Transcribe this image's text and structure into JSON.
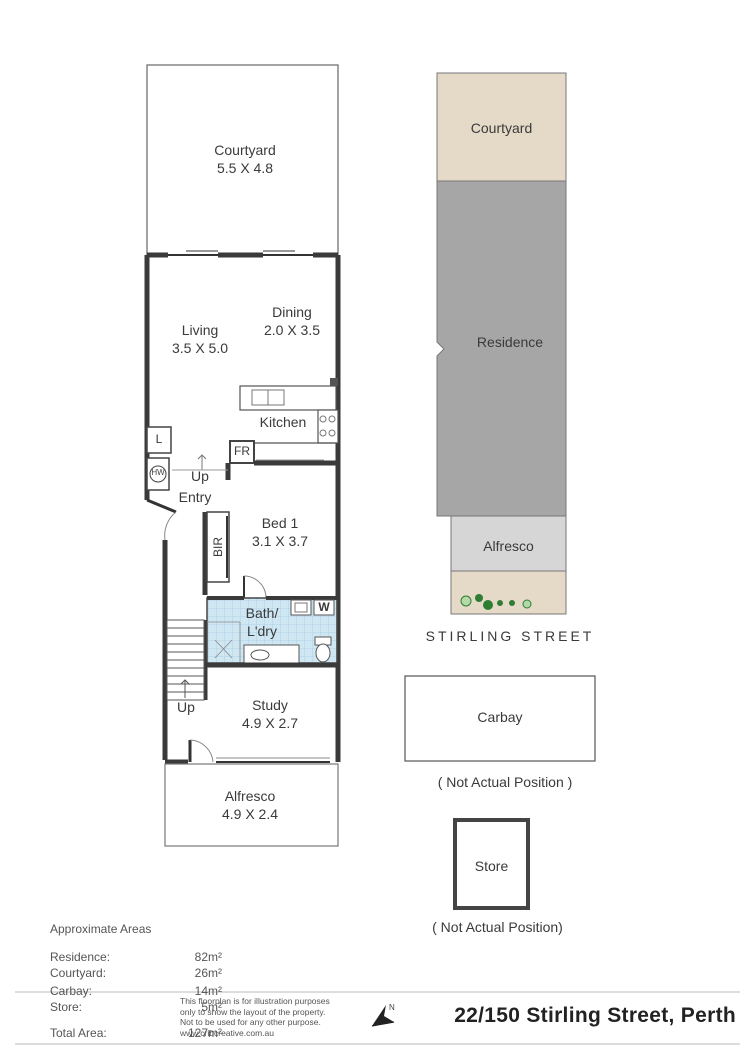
{
  "floorplan": {
    "rooms": {
      "courtyard": {
        "name": "Courtyard",
        "dims": "5.5 X 4.8"
      },
      "living": {
        "name": "Living",
        "dims": "3.5 X 5.0"
      },
      "dining": {
        "name": "Dining",
        "dims": "2.0 X 3.5"
      },
      "kitchen": {
        "name": "Kitchen"
      },
      "linen": {
        "name": "L"
      },
      "fridge": {
        "name": "FR"
      },
      "hot_water": {
        "name": "HW"
      },
      "up_upper": {
        "name": "Up"
      },
      "entry": {
        "name": "Entry"
      },
      "bed1": {
        "name": "Bed 1",
        "dims": "3.1 X 3.7"
      },
      "bir": {
        "name": "BIR"
      },
      "washer": {
        "name": "W"
      },
      "bath": {
        "name": "Bath/",
        "name2": "L'dry"
      },
      "up_lower": {
        "name": "Up"
      },
      "study": {
        "name": "Study",
        "dims": "4.9 X 2.7"
      },
      "alfresco": {
        "name": "Alfresco",
        "dims": "4.9 X 2.4"
      }
    }
  },
  "siteplan": {
    "courtyard": "Courtyard",
    "residence": "Residence",
    "alfresco": "Alfresco",
    "street": "STIRLING STREET",
    "carbay": "Carbay",
    "carbay_note": "( Not Actual Position )",
    "store": "Store",
    "store_note": "( Not Actual Position)",
    "colors": {
      "courtyard": "#e5dac8",
      "residence": "#a6a6a6",
      "alfresco": "#d6d6d6",
      "garden": "#e5dac8",
      "plants": "#2e7d32",
      "tiles": "#cfe6f3"
    }
  },
  "areas": {
    "heading": "Approximate Areas",
    "rows": [
      {
        "label": "Residence:",
        "value": "82m²"
      },
      {
        "label": "Courtyard:",
        "value": "26m²"
      },
      {
        "label": "Carbay:",
        "value": "14m²"
      },
      {
        "label": "Store:",
        "value": "5m²"
      }
    ],
    "total": {
      "label": "Total Area:",
      "value": "127m²"
    }
  },
  "disclaimer": [
    "This floorplan is for illustration purposes",
    "only to show the layout of the property.",
    "Not to be used for any other purpose.",
    "www.cribcreative.com.au"
  ],
  "north_label": "N",
  "title": "22/150 Stirling Street, Perth"
}
